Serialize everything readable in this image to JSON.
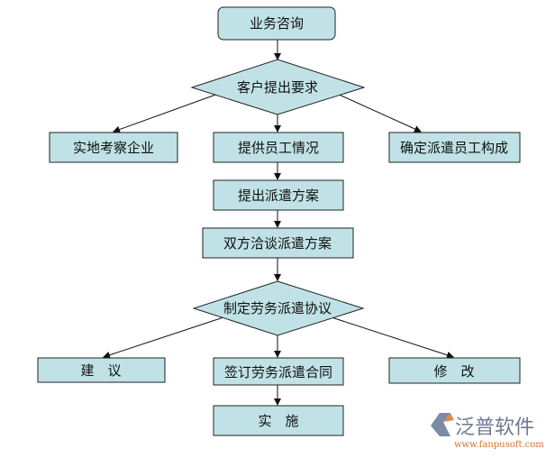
{
  "nodes": {
    "consult": "业务咨询",
    "request": "客户提出要求",
    "inspect": "实地考察企业",
    "provide": "提供员工情况",
    "determine": "确定派遣员工构成",
    "propose": "提出派遣方案",
    "negotiate": "双方洽谈派遣方案",
    "agreement": "制定劳务派遣协议",
    "suggest": "建　议",
    "sign": "签订劳务派遣合同",
    "modify": "修　改",
    "implement": "实　施"
  },
  "logo": {
    "name": "泛普软件",
    "url": "www.fanpusoft.com"
  },
  "colors": {
    "fill": "#c0e2e7",
    "stroke": "#222222"
  }
}
